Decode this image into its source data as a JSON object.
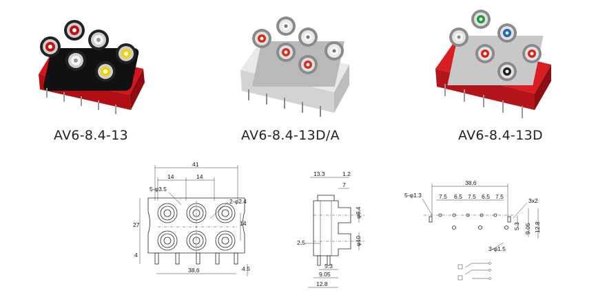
{
  "products": [
    {
      "label": "AV6-8.4-13"
    },
    {
      "label": "AV6-8.4-13D/A"
    },
    {
      "label": "AV6-8.4-13D"
    }
  ],
  "drawing1": {
    "d_41": "41",
    "d_14a": "14",
    "d_14b": "14",
    "d_holes": "5-φ3.5",
    "d_pins": "2-φ2.4",
    "d_27": "27",
    "d_14v": "14",
    "d_4": "4",
    "d_386": "38.6",
    "d_45": "4.5"
  },
  "drawing2": {
    "d_133": "13.3",
    "d_12": "1.2",
    "d_7": "7",
    "d_84": "φ8.4",
    "d_10": "φ10",
    "d_25": "2.5",
    "d_53": "5.3",
    "d_905": "9.05",
    "d_128": "12.8"
  },
  "drawing3": {
    "d_386": "38.6",
    "d_5phi": "5-φ1.3",
    "d_75a": "7.5",
    "d_65a": "6.5",
    "d_75b": "7.5",
    "d_65b": "6.5",
    "d_75c": "7.5",
    "d_3x2": "3x2",
    "d_53": "5.3",
    "d_905": "9.05",
    "d_128": "12.8",
    "d_3phi": "3-φ1.5"
  }
}
